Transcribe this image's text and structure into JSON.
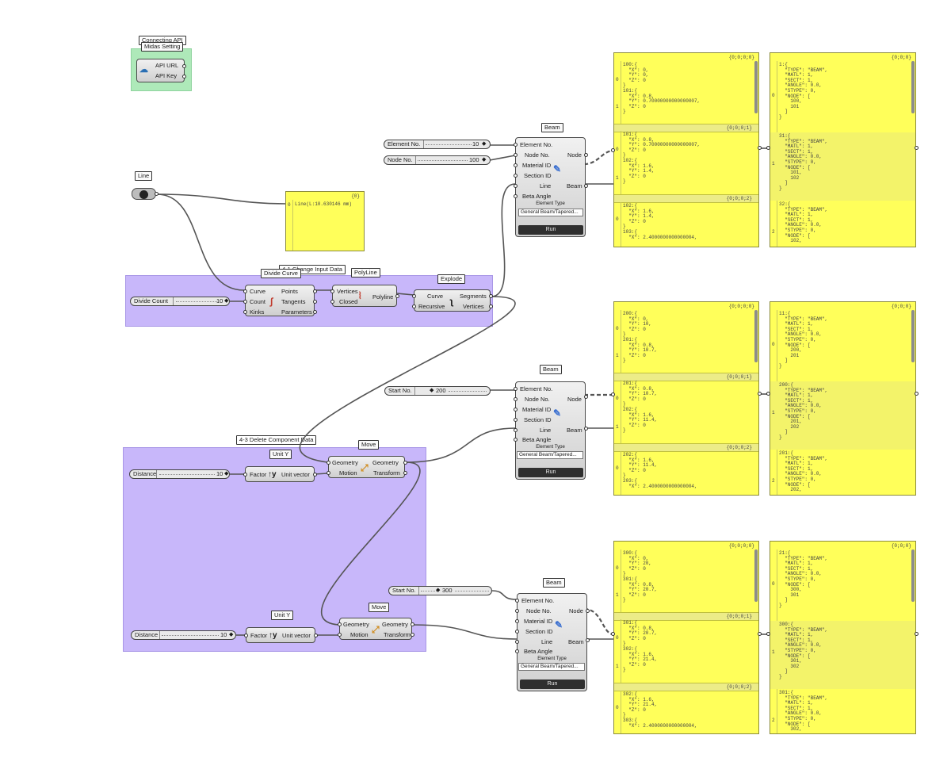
{
  "groups": {
    "api": "Connecting API",
    "input": "4-1 Change Input Data",
    "delete": "4-3 Delete Component Data"
  },
  "midas": {
    "title": "Midas Setting",
    "api_url": "API URL",
    "api_key": "API Key"
  },
  "line": {
    "title": "Line",
    "panel_head": "{0}",
    "panel_index": "0",
    "panel_value": "Line(L:10.630146 mm)"
  },
  "divide": {
    "title": "Divide Curve",
    "in_curve": "Curve",
    "in_count": "Count",
    "in_kinks": "Kinks",
    "out_points": "Points",
    "out_tangents": "Tangents",
    "out_parameters": "Parameters"
  },
  "polyline": {
    "title": "PolyLine",
    "in_vertices": "Vertices",
    "in_closed": "Closed",
    "label": "Polyline"
  },
  "explode": {
    "title": "Explode",
    "in_curve": "Curve",
    "in_recursive": "Recursive",
    "out_segments": "Segments",
    "out_vertices": "Vertices"
  },
  "sliders": {
    "divide_count": {
      "name": "Divide Count",
      "value": "10"
    },
    "element_no": {
      "name": "Element No.",
      "value": "10"
    },
    "node_no": {
      "name": "Node No.",
      "value": "100"
    },
    "start_no_1": {
      "name": "Start No.",
      "value": "200"
    },
    "start_no_2": {
      "name": "Start No.",
      "value": "300"
    },
    "distance_1": {
      "name": "Distance",
      "value": "10"
    },
    "distance_2": {
      "name": "Distance",
      "value": "10"
    }
  },
  "unit_y": {
    "title": "Unit Y",
    "factor": "Factor",
    "out": "Unit vector"
  },
  "move": {
    "title": "Move",
    "in_geometry": "Geometry",
    "in_motion": "Motion",
    "out_geometry": "Geometry",
    "out_transform": "Transform"
  },
  "beam": {
    "title": "Beam",
    "in_element": "Element No.",
    "in_node": "Node No.",
    "in_material": "Material ID",
    "in_section": "Section ID",
    "in_line": "Line",
    "in_beta": "Beta Angle",
    "out_node": "Node",
    "out_beam": "Beam",
    "element_type_label": "Element Type",
    "element_type_value": "General Beam/Tapered...",
    "run": "Run"
  },
  "node_panels": [
    {
      "heads": [
        "{0;0;0;0}",
        "{0;0;0;1}",
        "{0;0;0;2}"
      ],
      "idx": [
        "0",
        "1",
        "0",
        "1",
        "0"
      ],
      "s1": "100:{\n  \"X\": 0,\n  \"Y\": 0,\n  \"Z\": 0\n}\n101:{\n  \"X\": 0.8,\n  \"Y\": 0.70000000000000007,\n  \"Z\": 0\n}",
      "s2": "101:{\n  \"X\": 0.8,\n  \"Y\": 0.70000000000000007,\n  \"Z\": 0\n}\n102:{\n  \"X\": 1.6,\n  \"Y\": 1.4,\n  \"Z\": 0\n}",
      "s3": "102:{\n  \"X\": 1.6,\n  \"Y\": 1.4,\n  \"Z\": 0\n}\n103:{\n  \"X\": 2.4000000000000004,"
    },
    {
      "heads": [
        "{0;0;0;0}",
        "{0;0;0;1}",
        "{0;0;0;2}"
      ],
      "idx": [
        "0",
        "1",
        "0",
        "1",
        "0"
      ],
      "s1": "200:{\n  \"X\": 0,\n  \"Y\": 10,\n  \"Z\": 0\n}\n201:{\n  \"X\": 0.8,\n  \"Y\": 10.7,\n  \"Z\": 0\n}",
      "s2": "201:{\n  \"X\": 0.8,\n  \"Y\": 10.7,\n  \"Z\": 0\n}\n202:{\n  \"X\": 1.6,\n  \"Y\": 11.4,\n  \"Z\": 0\n}",
      "s3": "202:{\n  \"X\": 1.6,\n  \"Y\": 11.4,\n  \"Z\": 0\n}\n203:{\n  \"X\": 2.4000000000000004,"
    },
    {
      "heads": [
        "{0;0;0;0}",
        "{0;0;0;1}",
        "{0;0;0;2}"
      ],
      "idx": [
        "0",
        "1",
        "0",
        "1",
        "0"
      ],
      "s1": "300:{\n  \"X\": 0,\n  \"Y\": 20,\n  \"Z\": 0\n}\n301:{\n  \"X\": 0.8,\n  \"Y\": 20.7,\n  \"Z\": 0\n}",
      "s2": "301:{\n  \"X\": 0.8,\n  \"Y\": 20.7,\n  \"Z\": 0\n}\n302:{\n  \"X\": 1.6,\n  \"Y\": 21.4,\n  \"Z\": 0\n}",
      "s3": "302:{\n  \"X\": 1.6,\n  \"Y\": 21.4,\n  \"Z\": 0\n}\n303:{\n  \"X\": 2.4000000000000004,"
    }
  ],
  "beam_panels": [
    {
      "head": "{0;0;0}",
      "idx": [
        "0",
        "1",
        "2"
      ],
      "s1": "1:{\n  \"TYPE\": \"BEAM\",\n  \"MATL\": 1,\n  \"SECT\": 1,\n  \"ANGLE\": 0.0,\n  \"STYPE\": 0,\n  \"NODE\": [\n    100,\n    101\n  ]\n}",
      "s2": "31:{\n  \"TYPE\": \"BEAM\",\n  \"MATL\": 1,\n  \"SECT\": 1,\n  \"ANGLE\": 0.0,\n  \"STYPE\": 0,\n  \"NODE\": [\n    101,\n    102\n  ]\n}",
      "s3": "32:{\n  \"TYPE\": \"BEAM\",\n  \"MATL\": 1,\n  \"SECT\": 1,\n  \"ANGLE\": 0.0,\n  \"STYPE\": 0,\n  \"NODE\": [\n    102,"
    },
    {
      "head": "{0;0;0}",
      "idx": [
        "0",
        "1",
        "2"
      ],
      "s1": "11:{\n  \"TYPE\": \"BEAM\",\n  \"MATL\": 1,\n  \"SECT\": 1,\n  \"ANGLE\": 0.0,\n  \"STYPE\": 0,\n  \"NODE\": [\n    200,\n    201\n  ]\n}",
      "s2": "200:{\n  \"TYPE\": \"BEAM\",\n  \"MATL\": 1,\n  \"SECT\": 1,\n  \"ANGLE\": 0.0,\n  \"STYPE\": 0,\n  \"NODE\": [\n    201,\n    202\n  ]\n}",
      "s3": "201:{\n  \"TYPE\": \"BEAM\",\n  \"MATL\": 1,\n  \"SECT\": 1,\n  \"ANGLE\": 0.0,\n  \"STYPE\": 0,\n  \"NODE\": [\n    202,"
    },
    {
      "head": "{0;0;0}",
      "idx": [
        "0",
        "1",
        "2"
      ],
      "s1": "21:{\n  \"TYPE\": \"BEAM\",\n  \"MATL\": 1,\n  \"SECT\": 1,\n  \"ANGLE\": 0.0,\n  \"STYPE\": 0,\n  \"NODE\": [\n    300,\n    301\n  ]\n}",
      "s2": "300:{\n  \"TYPE\": \"BEAM\",\n  \"MATL\": 1,\n  \"SECT\": 1,\n  \"ANGLE\": 0.0,\n  \"STYPE\": 0,\n  \"NODE\": [\n    301,\n    302\n  ]\n}",
      "s3": "301:{\n  \"TYPE\": \"BEAM\",\n  \"MATL\": 1,\n  \"SECT\": 1,\n  \"ANGLE\": 0.0,\n  \"STYPE\": 0,\n  \"NODE\": [\n    302,"
    }
  ],
  "colors": {
    "purple_group": "#c8b7fa",
    "green_group": "#aee9b9",
    "panel_yellow": "#ffff5a"
  }
}
